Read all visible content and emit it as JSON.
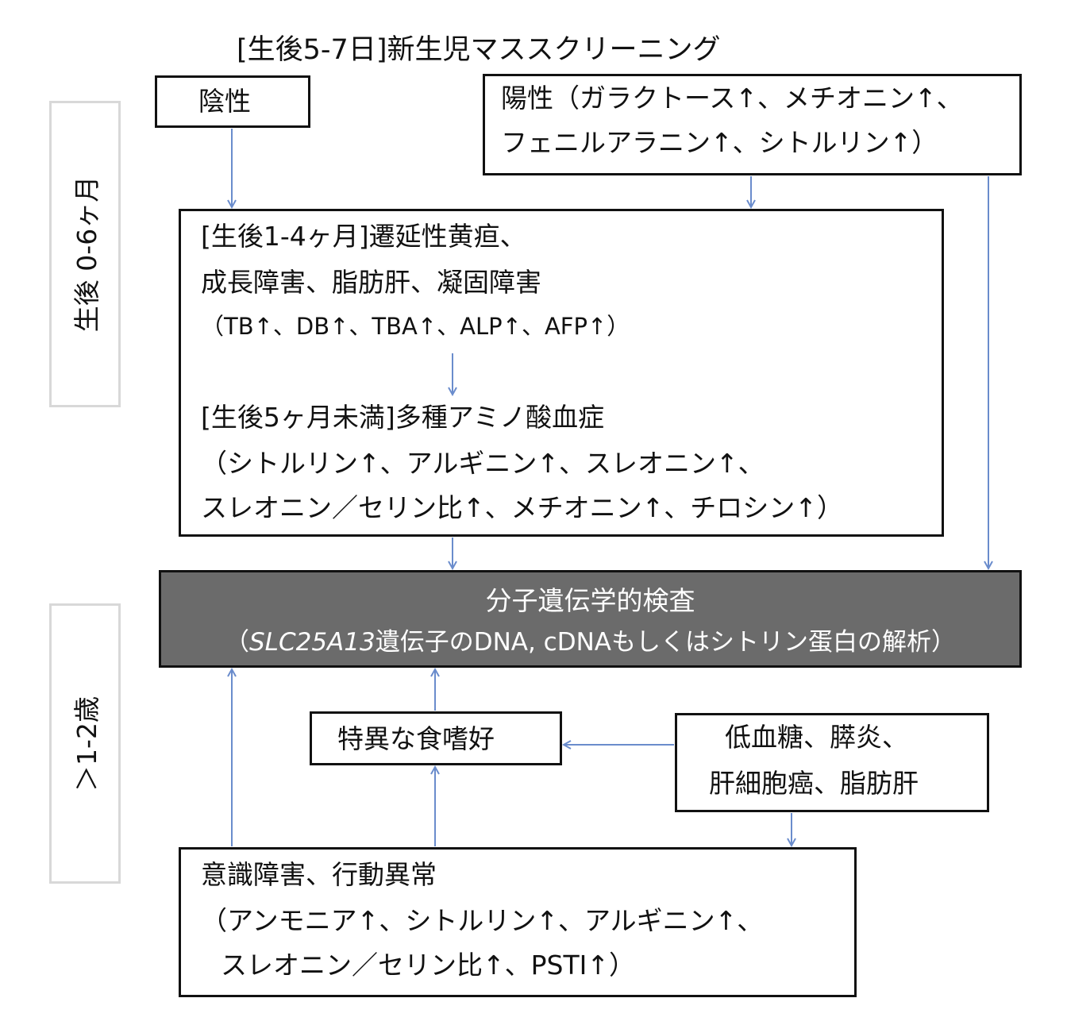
{
  "title": "[生後5-7日]新生児マススクリーニング",
  "side_labels": {
    "early": "生後 0-6ヶ月",
    "late": "＞1-2歳"
  },
  "negative": "陰性",
  "positive": {
    "line1": "陽性（ガラクトース↑、メチオニン↑、",
    "line2": "フェニルアラニン↑、シトルリン↑）"
  },
  "infant": {
    "line1": "[生後1-4ヶ月]遷延性黄疸、",
    "line2": "成長障害、脂肪肝、凝固障害",
    "line3": "（TB↑、DB↑、TBA↑、ALP↑、AFP↑）",
    "line4": "[生後5ヶ月未満]多種アミノ酸血症",
    "line5": "（シトルリン↑、アルギニン↑、スレオニン↑、",
    "line6": "スレオニン／セリン比↑、メチオニン↑、チロシン↑）"
  },
  "test": {
    "title": "分子遺伝学的検査",
    "sub_open": "（",
    "sub_gene": "SLC25A13",
    "sub_rest": "遺伝子のDNA, cDNAもしくはシトリン蛋白の解析）"
  },
  "food": "特異な食嗜好",
  "hypo": {
    "line1": "低血糖、膵炎、",
    "line2": "肝細胞癌、脂肪肝"
  },
  "conscious": {
    "line1": "意識障害、行動異常",
    "line2": "（アンモニア↑、シトルリン↑、アルギニン↑、",
    "line3": "スレオニン／セリン比↑、PSTI↑）"
  },
  "colors": {
    "arrow": "#6a8ccc",
    "dark_box": "#6b6b6b"
  }
}
